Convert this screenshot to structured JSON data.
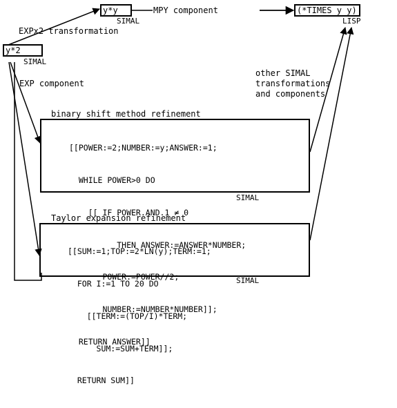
{
  "nodes": {
    "yy": {
      "label": "y*y",
      "tag": "SIMAL"
    },
    "times": {
      "label": "(*TIMES y y)",
      "tag": "LISP"
    },
    "y2": {
      "label": "y*2",
      "tag": "SIMAL"
    }
  },
  "edges": {
    "mpy": "MPY component",
    "expx2": "EXPx2 transformation",
    "exp": "EXP component",
    "other": [
      "other SIMAL",
      "transformations",
      "and components"
    ]
  },
  "binary": {
    "title": "binary shift method refinement",
    "tag": "SIMAL",
    "lines": [
      "[[POWER:=2;NUMBER:=y;ANSWER:=1;",
      "  WHILE POWER>0 DO",
      "    [[ IF POWER.AND.1 ≠ 0",
      "          THEN ANSWER:=ANSWER*NUMBER;",
      "       POWER:=POWER//2;",
      "       NUMBER:=NUMBER*NUMBER]];",
      "  RETURN ANSWER]]"
    ]
  },
  "taylor": {
    "title": "Taylor expansion refinement",
    "tag": "SIMAL",
    "lines": [
      "[[SUM:=1;TOP:=2*LN(y);TERM:=1;",
      "  FOR I:=1 TO 20 DO",
      "    [[TERM:=(TOP/I)*TERM;",
      "      SUM:=SUM+TERM]];",
      "  RETURN SUM]]"
    ]
  }
}
